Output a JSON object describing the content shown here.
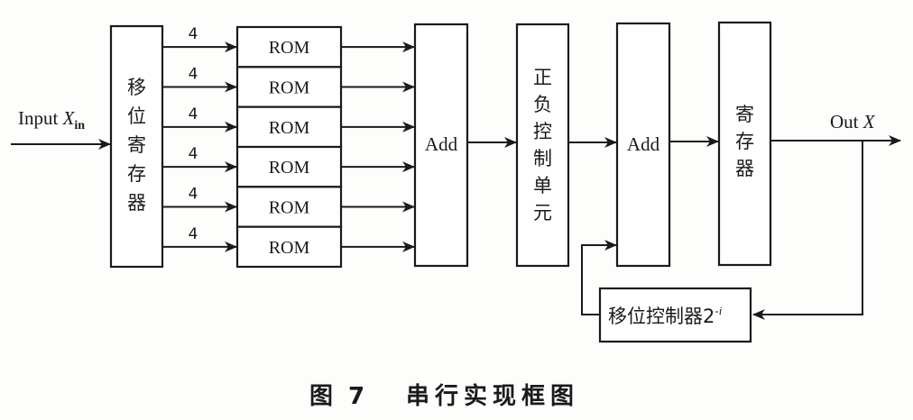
{
  "diagram": {
    "input_label": "Input ",
    "input_var": "X",
    "input_sub": "in",
    "shift_register": [
      "移",
      "位",
      "寄",
      "存",
      "器"
    ],
    "bus_width": [
      "4",
      "4",
      "4",
      "4",
      "4",
      "4"
    ],
    "roms": [
      "ROM",
      "ROM",
      "ROM",
      "ROM",
      "ROM",
      "ROM"
    ],
    "adder1_label": "Add",
    "sign_control": [
      "正",
      "负",
      "控",
      "制",
      "单",
      "元"
    ],
    "adder2_label": "Add",
    "register": [
      "寄",
      "存",
      "器"
    ],
    "output_label": "Out ",
    "output_var": "X",
    "shift_controller_label": "移位控制器2",
    "shift_controller_exp": "-i"
  },
  "caption": {
    "figure_number": "图 7",
    "title": "串行实现框图"
  }
}
